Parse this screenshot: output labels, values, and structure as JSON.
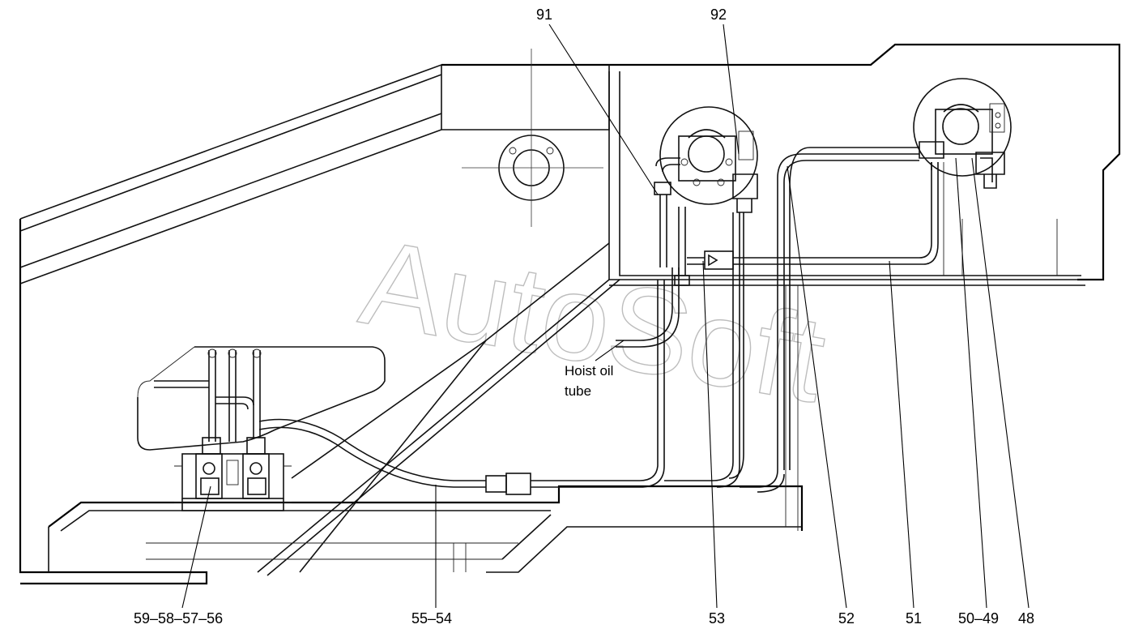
{
  "watermark": "AutoSoft",
  "annotation": {
    "line1": "Hoist oil",
    "line2": "tube"
  },
  "callouts": {
    "c91": "91",
    "c92": "92",
    "c59_56": "59–58–57–56",
    "c55_54": "55–54",
    "c53": "53",
    "c52": "52",
    "c51": "51",
    "c50_49": "50–49",
    "c48": "48"
  }
}
